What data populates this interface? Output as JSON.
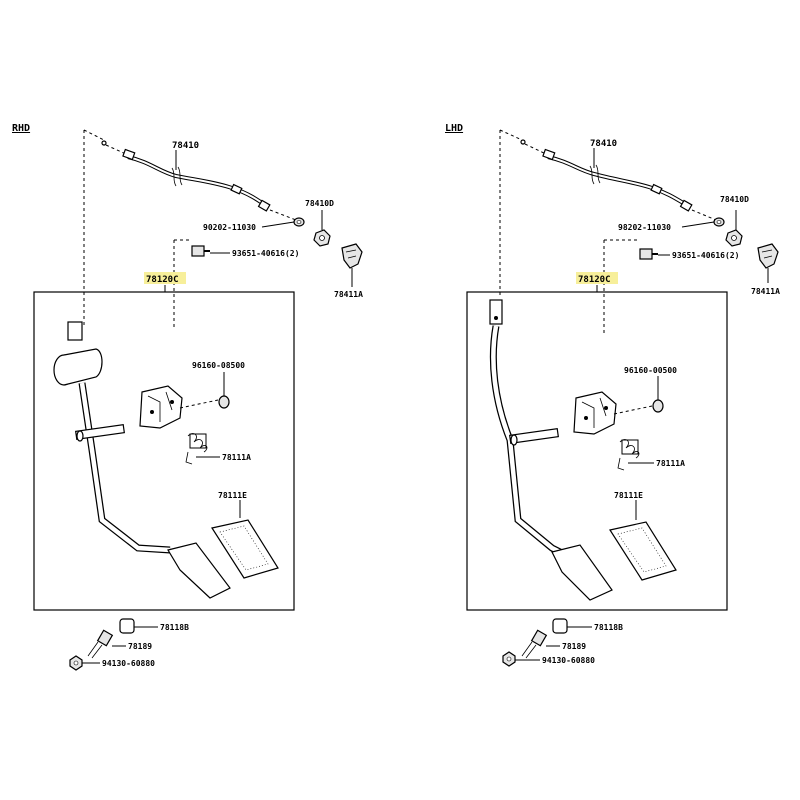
{
  "colors": {
    "highlight": "#f7ef9a",
    "ink": "#000000",
    "background": "#ffffff"
  },
  "rhd": {
    "section_label": "RHD",
    "cable": "78410",
    "clip_bracket": "78410D",
    "clip_bolt": "90202-11030",
    "nut_bolt": "93651-40616(2)",
    "clip": "78411A",
    "pedal_assy": "78120C",
    "bushing": "96160-08500",
    "spring": "78111A",
    "pedal_pad": "78111E",
    "stopper": "78118B",
    "bolt": "78189",
    "nut": "94130-60880"
  },
  "lhd": {
    "section_label": "LHD",
    "cable": "78410",
    "clip_bracket": "78410D",
    "clip_bolt": "98202-11030",
    "nut_bolt": "93651-40616(2)",
    "clip": "78411A",
    "pedal_assy": "78120C",
    "bushing": "96160-00500",
    "spring": "78111A",
    "pedal_pad": "78111E",
    "stopper": "78118B",
    "bolt": "78189",
    "nut": "94130-60880"
  }
}
